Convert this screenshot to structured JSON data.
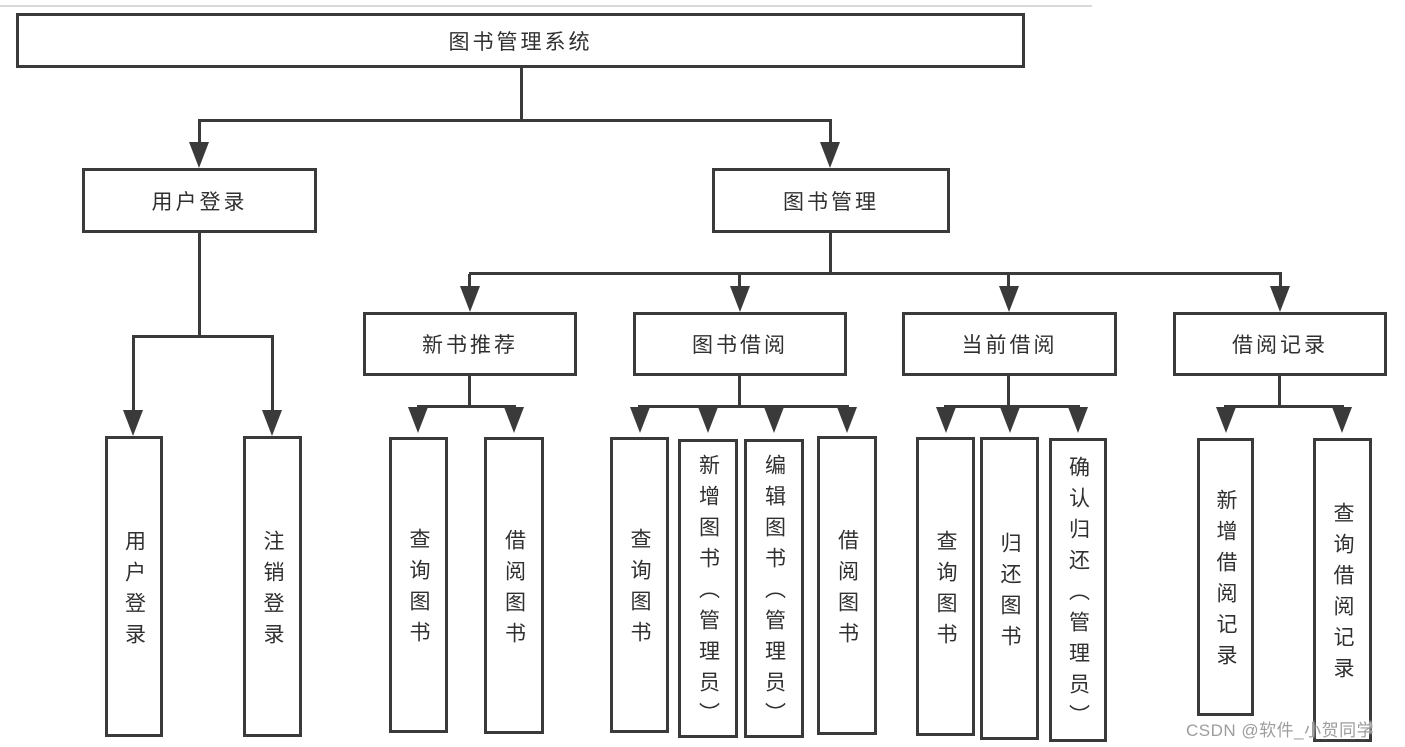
{
  "diagram": {
    "root": {
      "label": "图书管理系统"
    },
    "level1": [
      {
        "label": "用户登录"
      },
      {
        "label": "图书管理"
      }
    ],
    "level2": [
      {
        "label": "新书推荐"
      },
      {
        "label": "图书借阅"
      },
      {
        "label": "当前借阅"
      },
      {
        "label": "借阅记录"
      }
    ],
    "leaves": [
      {
        "label": "用户登录"
      },
      {
        "label": "注销登录"
      },
      {
        "label": "查询图书"
      },
      {
        "label": "借阅图书"
      },
      {
        "label": "查询图书"
      },
      {
        "label": "新增图书（管理员）"
      },
      {
        "label": "编辑图书（管理员）"
      },
      {
        "label": "借阅图书"
      },
      {
        "label": "查询图书"
      },
      {
        "label": "归还图书"
      },
      {
        "label": "确认归还（管理员）"
      },
      {
        "label": "新增借阅记录"
      },
      {
        "label": "查询借阅记录"
      }
    ]
  },
  "watermark": {
    "text": "CSDN @软件_小贺同学"
  },
  "colors": {
    "line": "#3a3a3a",
    "text": "#303030",
    "bg": "#ffffff",
    "watermark": "#9d9d9d",
    "divider": "#d9d9d9"
  }
}
